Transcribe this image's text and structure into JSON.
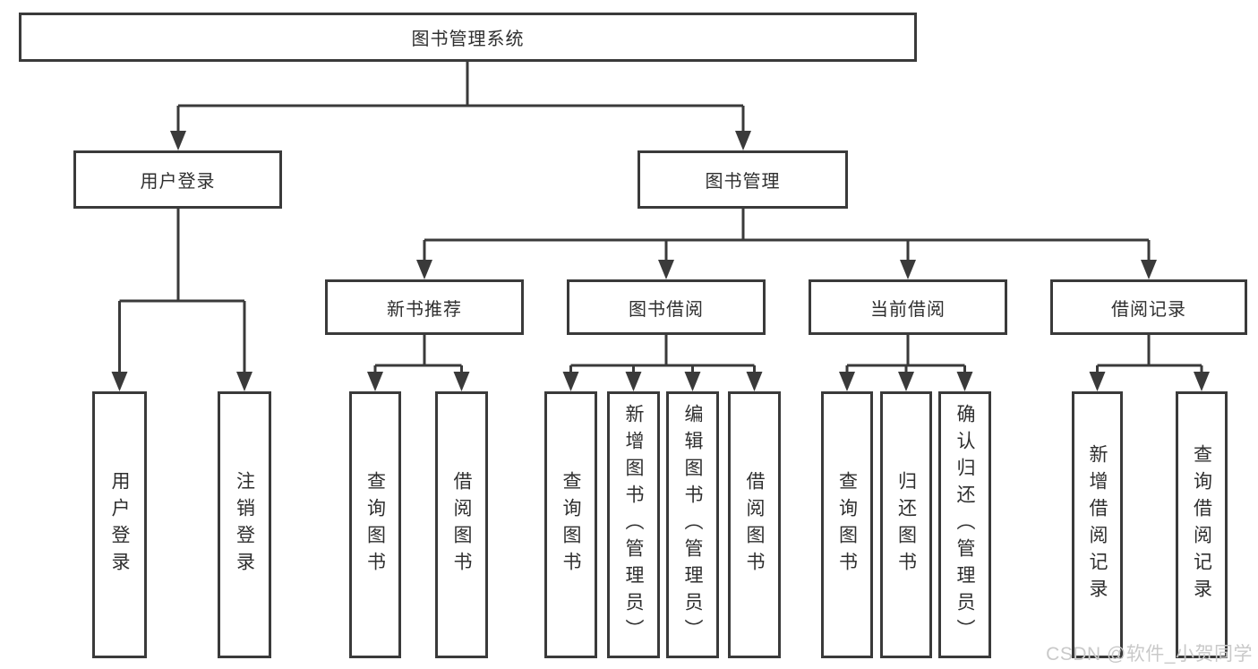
{
  "page": {
    "background": "#ffffff"
  },
  "diagram": {
    "type": "hierarchy-tree",
    "line_color": "#3a3a3a",
    "box_border_color": "#3a3a3a",
    "text_color": "#2f2f2f",
    "root": {
      "label": "图书管理系统",
      "children": [
        {
          "label": "用户登录",
          "children": [
            {
              "label": "用户登录"
            },
            {
              "label": "注销登录"
            }
          ]
        },
        {
          "label": "图书管理",
          "children": [
            {
              "label": "新书推荐",
              "children": [
                {
                  "label": "查询图书"
                },
                {
                  "label": "借阅图书"
                }
              ]
            },
            {
              "label": "图书借阅",
              "children": [
                {
                  "label": "查询图书"
                },
                {
                  "label": "新增图书（管理员）"
                },
                {
                  "label": "编辑图书（管理员）"
                },
                {
                  "label": "借阅图书"
                }
              ]
            },
            {
              "label": "当前借阅",
              "children": [
                {
                  "label": "查询图书"
                },
                {
                  "label": "归还图书"
                },
                {
                  "label": "确认归还（管理员）"
                }
              ]
            },
            {
              "label": "借阅记录",
              "children": [
                {
                  "label": "新增借阅记录"
                },
                {
                  "label": "查询借阅记录"
                }
              ]
            }
          ]
        }
      ]
    }
  },
  "watermark": {
    "text": "CSDN @软件_小贺同学",
    "color": "#c9c9c9"
  }
}
